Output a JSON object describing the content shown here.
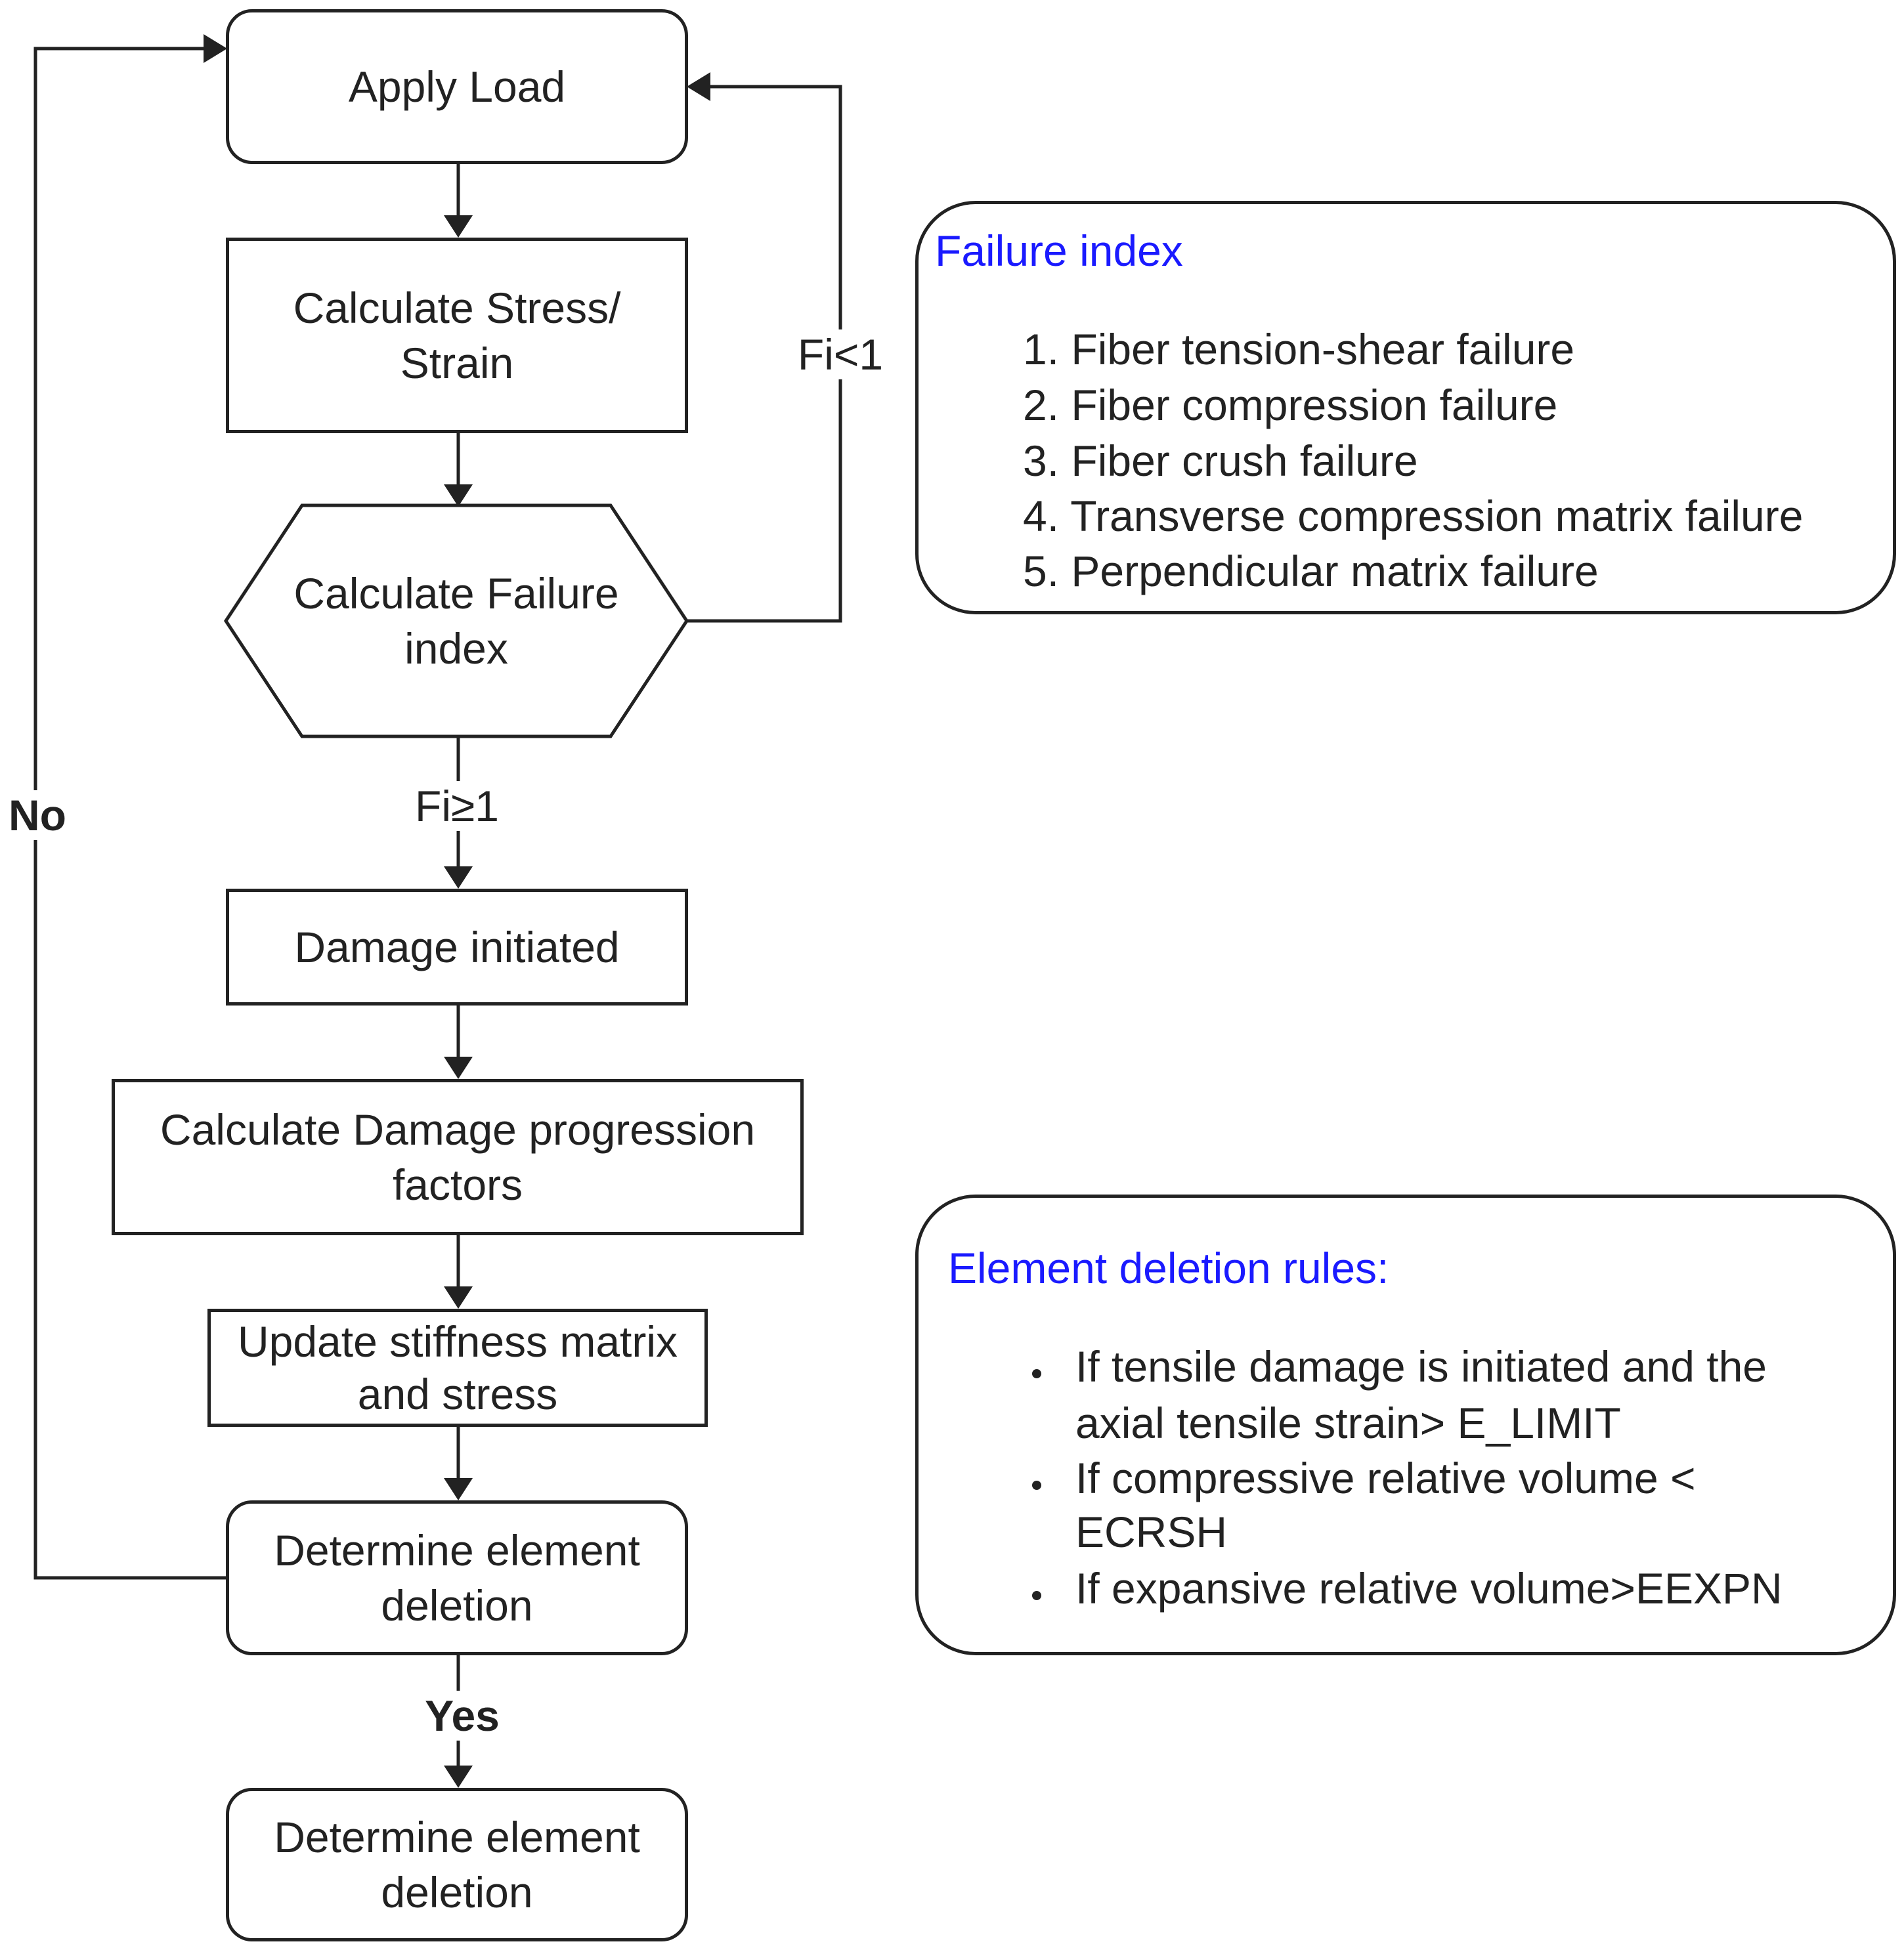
{
  "flow": {
    "apply_load": "Apply Load",
    "calc_stress": [
      "Calculate Stress/",
      "Strain"
    ],
    "calc_failure": [
      "Calculate Failure",
      "index"
    ],
    "damage_initiated": "Damage initiated",
    "damage_progression": [
      "Calculate Damage progression",
      "factors"
    ],
    "update_stiffness": [
      "Update stiffness matrix",
      "and stress"
    ],
    "determine_deletion": [
      "Determine element",
      "deletion"
    ],
    "final_deletion": [
      "Determine element",
      "deletion"
    ]
  },
  "edges": {
    "fi_less": "Fi<1",
    "fi_geq": "Fi≥1",
    "no": "No",
    "yes": "Yes"
  },
  "failure_panel": {
    "title": "Failure index",
    "items": [
      "Fiber tension-shear failure",
      "Fiber compression failure",
      "Fiber crush failure",
      "Transverse compression matrix failure",
      "Perpendicular matrix failure"
    ],
    "numbers": [
      "1.",
      "2.",
      "3.",
      "4.",
      "5."
    ]
  },
  "deletion_panel": {
    "title": "Element deletion rules:",
    "rules": [
      [
        "If tensile damage is initiated and the",
        "axial tensile strain> E_LIMIT"
      ],
      [
        "If compressive relative volume <",
        "ECRSH"
      ],
      [
        "If expansive relative volume>EEXPN"
      ]
    ]
  },
  "colors": {
    "line": "#222222",
    "panel_title": "#1a1aff"
  }
}
